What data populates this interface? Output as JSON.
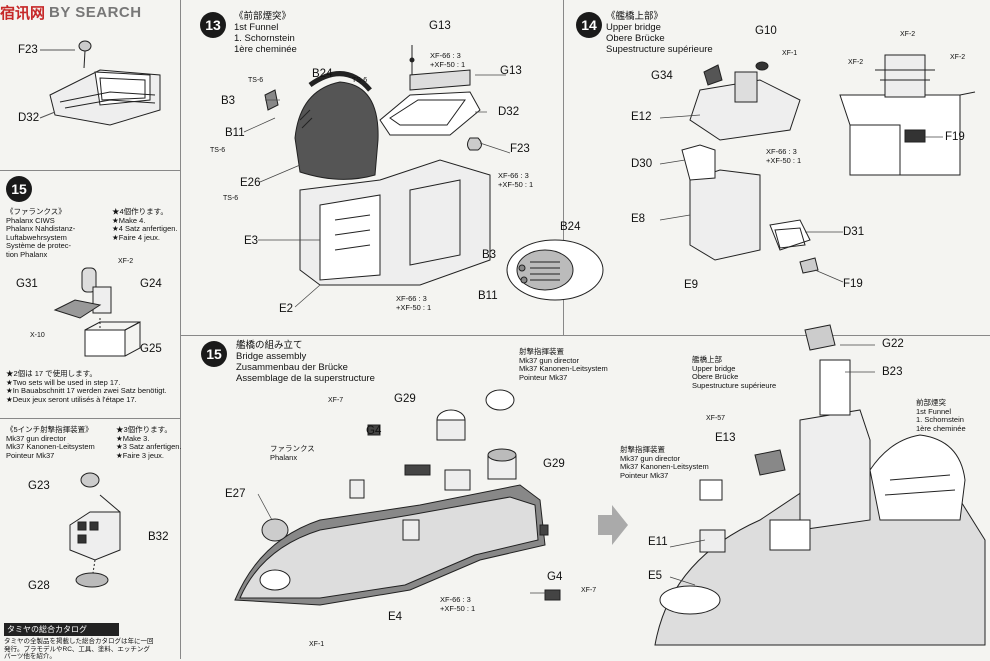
{
  "watermark": {
    "logo_text": "宿讯网",
    "brand_text": "BY SEARCH"
  },
  "left_column": {
    "step14_part_labels": [
      "F23",
      "D32"
    ],
    "step15": {
      "badge": "15",
      "title_lines": [
        "《ファランクス》",
        "Phalanx CIWS",
        "Phalanx Nahdistanz-",
        "Luftabwehrsystem",
        "Système de protec-",
        "tion Phalanx"
      ],
      "make_lines": [
        "★4個作ります。",
        "★Make 4.",
        "★4 Satz anfertigen.",
        "★Faire 4 jeux."
      ],
      "parts": [
        "XF-2",
        "G31",
        "G24",
        "X-10",
        "G25"
      ],
      "sets_lines": [
        "★2個は 17 で使用します。",
        "★Two sets will be used in step 17.",
        "★In Bauabschnitt 17 werden zwei Satz benötigt.",
        "★Deux jeux seront utilisés à l'étape 17."
      ],
      "mk37_title": [
        "《5インチ射撃指揮装置》",
        "Mk37 gun director",
        "Mk37 Kanonen-Leitsystem",
        "Pointeur Mk37"
      ],
      "mk37_make": [
        "★3個作ります。",
        "★Make 3.",
        "★3 Satz anfertigen.",
        "★Faire 3 jeux."
      ],
      "mk37_parts": [
        "G23",
        "B32",
        "G28"
      ]
    },
    "catalog": {
      "bar": "タミヤの総合カタログ",
      "text": "タミヤの全製品を掲載した総合カタログは年に一回\n発行。プラモデルやRC、工具、塗料、エッチング\nパーツ他を紹介。"
    }
  },
  "step13": {
    "badge": "13",
    "title_lines": [
      "《前部煙突》",
      "1st Funnel",
      "1. Schornstein",
      "1ère cheminée"
    ],
    "labels": [
      "G13",
      "B24",
      "TS-6",
      "TS-6",
      "B3",
      "B11",
      "TS-6",
      "E26",
      "TS-6",
      "E3",
      "E2",
      "G13",
      "D32",
      "F23",
      "B24",
      "B3",
      "B11"
    ],
    "paint_notes": [
      "XF-66 : 3\n+XF-50 : 1",
      "XF-66 : 3\n+XF-50 : 1",
      "XF-66 : 3\n+XF-50 : 1"
    ]
  },
  "step14": {
    "badge": "14",
    "title_lines": [
      "《艦橋上部》",
      "Upper bridge",
      "Obere Brücke",
      "Supestructure supérieure"
    ],
    "labels": [
      "G10",
      "XF-1",
      "G34",
      "E12",
      "D30",
      "E8",
      "E9",
      "D31",
      "F19",
      "XF-2",
      "XF-2",
      "XF-2",
      "F19"
    ],
    "paint_note": "XF-66 : 3\n+XF-50 : 1"
  },
  "step15b": {
    "badge": "15",
    "title_lines": [
      "艦橋の組み立て",
      "Bridge assembly",
      "Zusammenbau der Brücke",
      "Assemblage de la superstructure"
    ],
    "mk37_block": "射撃指揮装置\nMk37 gun director\nMk37 Kanonen-Leitsystem\nPointeur Mk37",
    "phalanx_block": "ファランクス\nPhalanx",
    "labels": [
      "XF-7",
      "G4",
      "G29",
      "G29",
      "E27",
      "E4",
      "G4",
      "XF-7",
      "XF-1"
    ],
    "paint_note": "XF-66 : 3\n+XF-50 : 1"
  },
  "step15c": {
    "upper_bridge_block": "艦橋上部\nUpper bridge\nObere Brücke\nSupestructure supérieure",
    "funnel_block": "前部煙突\n1st Funnel\n1. Schornstein\n1ère cheminée",
    "mk37_block": "射撃指揮装置\nMk37 gun director\nMk37 Kanonen-Leitsystem\nPointeur Mk37",
    "labels": [
      "G22",
      "B23",
      "XF-57",
      "E13",
      "E11",
      "E5"
    ]
  }
}
